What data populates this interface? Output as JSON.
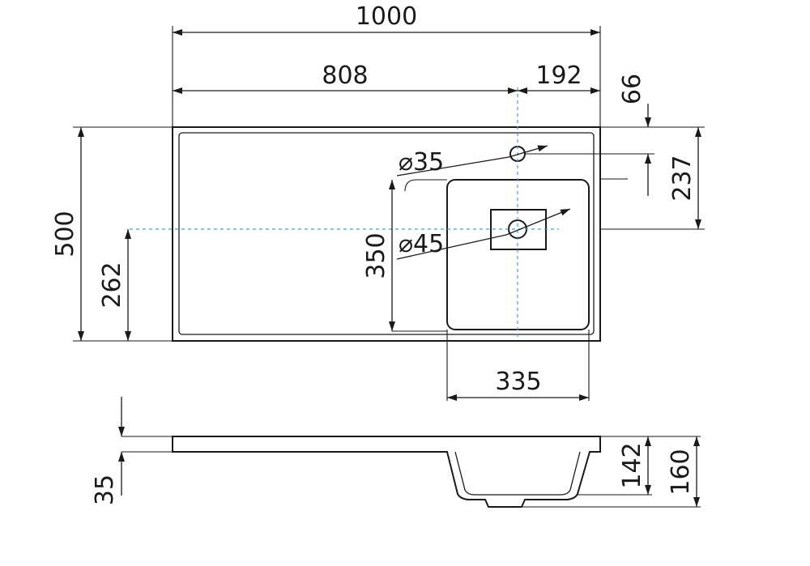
{
  "plan_view": {
    "total_width": "1000",
    "left_section": "808",
    "right_section": "192",
    "total_depth": "500",
    "axis_offset": "262",
    "bowl_depth": "350",
    "bowl_width": "335",
    "tap_hole": "⌀35",
    "drain_hole": "⌀45",
    "tap_offset_top": "66",
    "drain_offset_top": "237"
  },
  "side_view": {
    "slab_thickness": "35",
    "bowl_inner_depth": "142",
    "bowl_total_depth": "160"
  },
  "colors": {
    "line": "#1a1a1a",
    "centerline": "#3aa6c8"
  }
}
